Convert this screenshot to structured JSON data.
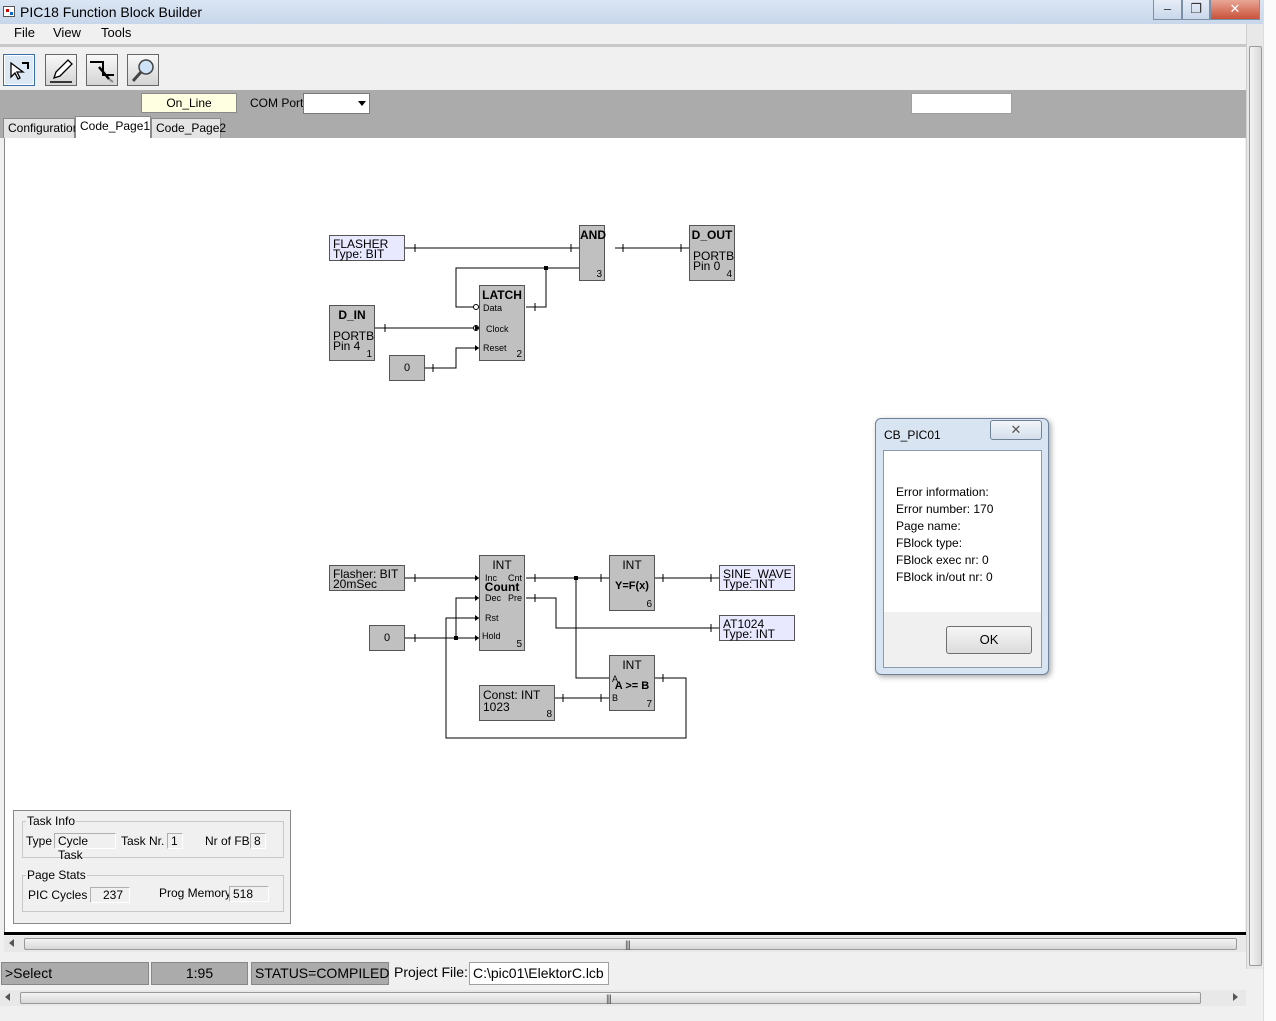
{
  "window": {
    "title": "PIC18 Function Block Builder"
  },
  "menu": [
    "File",
    "View",
    "Tools"
  ],
  "toolbar": {
    "tools": [
      "pointer-tool-icon",
      "pencil-tool-icon",
      "wire-tool-icon",
      "zoom-tool-icon"
    ]
  },
  "connection": {
    "online_label": "On_Line",
    "com_port_label": "COM Port",
    "com_port_value": ""
  },
  "tabs": [
    "Configuration",
    "Code_Page1",
    "Code_Page2"
  ],
  "selected_tab": "Code_Page1",
  "blocks": {
    "flasher": {
      "name": "FLASHER",
      "type": "Type: BIT"
    },
    "and": {
      "title": "AND",
      "nr": "3"
    },
    "dout": {
      "title": "D_OUT",
      "port": "PORTB",
      "pin": "Pin  0",
      "nr": "4"
    },
    "latch": {
      "title": "LATCH",
      "pins": [
        "Data",
        "Clock",
        "Reset"
      ],
      "nr": "2"
    },
    "din": {
      "title": "D_IN",
      "port": "PORTB",
      "pin": "Pin  4",
      "nr": "1"
    },
    "const0a": {
      "value": "0"
    },
    "flasher2": {
      "line1": "Flasher: BIT",
      "line2": "20mSec"
    },
    "counter": {
      "title": "INT",
      "name": "Count",
      "pins_in": [
        "Inc",
        "Dec",
        "Rst",
        "Hold"
      ],
      "pins_out": [
        "Cnt",
        "Pre"
      ],
      "nr": "5"
    },
    "func": {
      "title": "INT",
      "name": "Y=F(x)",
      "nr": "6"
    },
    "sine": {
      "name": "SINE_WAVE",
      "type": "Type: INT"
    },
    "at1024": {
      "name": "AT1024",
      "type": "Type: INT"
    },
    "const0b": {
      "value": "0"
    },
    "cmp": {
      "title": "INT",
      "name": "A >= B",
      "pin_a": "A",
      "pin_b": "B",
      "nr": "7"
    },
    "const1023": {
      "line1": "Const: INT",
      "line2": "1023",
      "nr": "8"
    }
  },
  "task_info": {
    "group_title": "Task Info",
    "type_label": "Type",
    "type_value": "Cycle Task",
    "task_nr_label": "Task Nr.",
    "task_nr_value": "1",
    "nr_fb_label": "Nr of FB",
    "nr_fb_value": "8"
  },
  "page_stats": {
    "group_title": "Page Stats",
    "cycles_label": "PIC Cycles",
    "cycles_value": "237",
    "mem_label": "Prog Memory",
    "mem_value": "518"
  },
  "statusbar": {
    "mode": ">Select",
    "position": "1:95",
    "status": "STATUS=COMPILED",
    "project_label": "Project File:",
    "project_path": "C:\\pic01\\ElektorC.lcb"
  },
  "dialog": {
    "title": "CB_PIC01",
    "lines": [
      "Error information:",
      "Error number: 170",
      "Page name:",
      "FBlock type:",
      "FBlock exec nr: 0",
      "FBlock in/out nr: 0"
    ],
    "ok_label": "OK"
  },
  "colors": {
    "canvas": "#ffffff",
    "block_fill": "#c0c0c0",
    "io_fill": "#e8e8ff",
    "bar": "#ababab",
    "online_button": "#ffffe1"
  }
}
